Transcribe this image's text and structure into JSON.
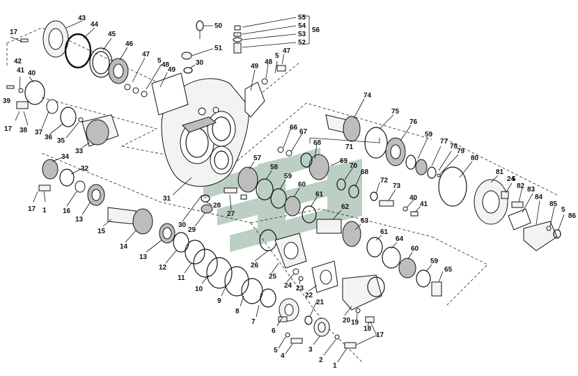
{
  "diagram": {
    "type": "exploded-parts-view",
    "watermark_color": "#2f6b47",
    "line_color": "#111111",
    "labels": [
      "1",
      "2",
      "3",
      "4",
      "5",
      "6",
      "7",
      "8",
      "9",
      "10",
      "11",
      "12",
      "13",
      "14",
      "15",
      "16",
      "17",
      "18",
      "19",
      "20",
      "21",
      "22",
      "23",
      "24",
      "25",
      "26",
      "27",
      "28",
      "29",
      "30",
      "31",
      "32",
      "33",
      "34",
      "35",
      "36",
      "37",
      "38",
      "39",
      "40",
      "41",
      "42",
      "43",
      "44",
      "45",
      "46",
      "47",
      "48",
      "49",
      "50",
      "51",
      "52",
      "53",
      "54",
      "55",
      "56",
      "57",
      "58",
      "59",
      "60",
      "61",
      "62",
      "63",
      "64",
      "65",
      "66",
      "67",
      "68",
      "69",
      "70",
      "71",
      "72",
      "73",
      "74",
      "75",
      "76",
      "77",
      "78",
      "79",
      "80",
      "81",
      "82",
      "83",
      "84",
      "85",
      "86"
    ]
  }
}
